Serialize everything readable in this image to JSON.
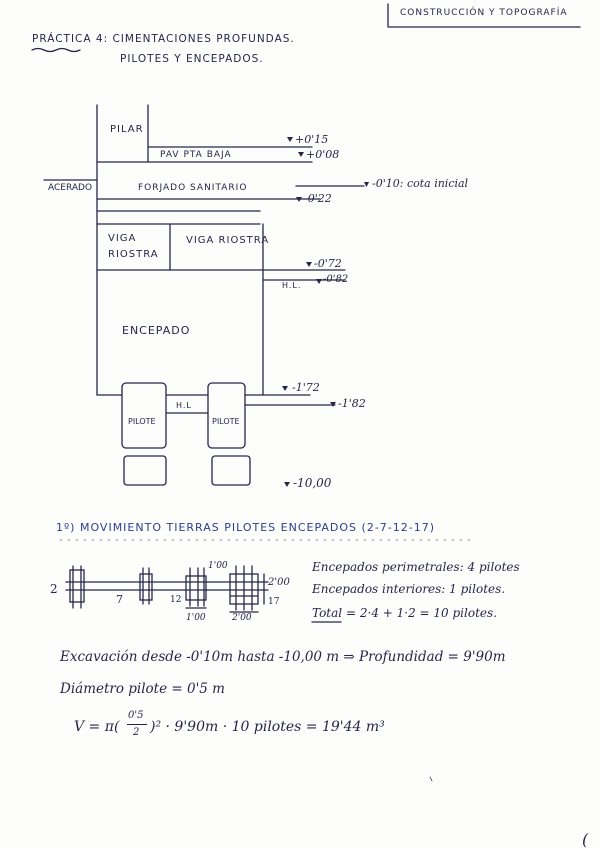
{
  "header": {
    "course": "CONSTRUCCIÓN Y TOPOGRAFÍA"
  },
  "title": {
    "line1": "PRÁCTICA 4: CIMENTACIONES PROFUNDAS.",
    "line2": "PILOTES Y ENCEPADOS."
  },
  "section_diagram": {
    "labels": {
      "pilar": "PILAR",
      "pav": "PAV PTA BAJA",
      "acerado": "ACERADO",
      "forjado": "FORJADO SANITARIO",
      "viga_riostra_1": "VIGA",
      "viga_riostra_2": "RIOSTRA",
      "viga_riostra_right": "VIGA RIOSTRA",
      "encepado": "ENCEPADO",
      "hl_top": "H.L.",
      "hl_mid": "H.L",
      "pilote_left": "PILOTE",
      "pilote_right": "PILOTE"
    },
    "levels": {
      "l1": "+0'15",
      "l2": "+0'08",
      "l3": "-0'10: cota inicial",
      "l4": "-0'22",
      "l5": "-0'72",
      "l6": "-0'82",
      "l7": "-1'72",
      "l8": "-1'82",
      "l9": "-10,00"
    }
  },
  "section_1": {
    "heading": "1º) MOVIMIENTO TIERRAS PILOTES ENCEPADOS (2-7-12-17)",
    "plan_labels": {
      "n2": "2",
      "n7": "7",
      "n12": "12",
      "n17": "17",
      "d1": "1'00",
      "d2": "1'00",
      "d3": "2'00",
      "d4": "2'00"
    },
    "notes": [
      "Encepados perimetrales: 4 pilotes",
      "Encepados interiores: 1 pilotes."
    ],
    "total_label": "Total",
    "total_expr": "= 2·4 + 1·2 = 10 pilotes.",
    "calc": [
      "Excavación desde -0'10m hasta -10,00 m ⇒ Profundidad = 9'90m",
      "Diámetro pilote = 0'5 m"
    ],
    "volume": {
      "prefix": "V = π(",
      "num": "0'5",
      "den": "2",
      "suffix": ")² · 9'90m · 10 pilotes = 19'44 m³"
    }
  },
  "footer": {
    "page_mark": "("
  }
}
